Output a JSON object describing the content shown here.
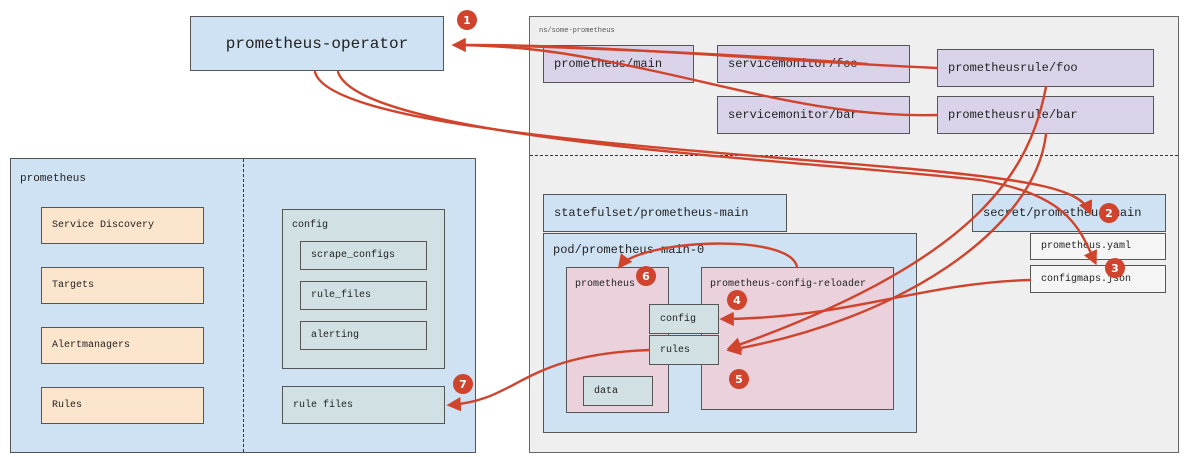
{
  "operator": {
    "label": "prometheus-operator"
  },
  "namespace": {
    "label": "ns/some-prometheus",
    "resources": {
      "prometheus": "prometheus/main",
      "servicemonitor_foo": "servicemonitor/foo",
      "servicemonitor_bar": "servicemonitor/bar",
      "prometheusrule_foo": "prometheusrule/foo",
      "prometheusrule_bar": "prometheusrule/bar"
    },
    "statefulset": "statefulset/prometheus-main",
    "secret": {
      "label": "secret/prometheus-main",
      "items": [
        "prometheus.yaml",
        "configmaps.json"
      ]
    },
    "pod": {
      "label": "pod/prometheus-main-0",
      "containers": {
        "prometheus": {
          "label": "prometheus",
          "data": "data"
        },
        "reloader": {
          "label": "prometheus-config-reloader"
        }
      },
      "volumes": {
        "config": "config",
        "rules": "rules"
      }
    }
  },
  "prometheus_panel": {
    "label": "prometheus",
    "components": [
      "Service Discovery",
      "Targets",
      "Alertmanagers",
      "Rules"
    ],
    "config": {
      "label": "config",
      "items": [
        "scrape_configs",
        "rule_files",
        "alerting"
      ]
    },
    "rule_files": "rule files"
  },
  "steps": [
    "1",
    "2",
    "3",
    "4",
    "5",
    "6",
    "7"
  ],
  "colors": {
    "arrow": "#d0432c",
    "blue": "#cfe2f3",
    "purple": "#d9d2e9",
    "grey": "#efefef",
    "orange": "#fce5cd",
    "teal": "#d0e0e3",
    "pink": "#ead1dc"
  }
}
